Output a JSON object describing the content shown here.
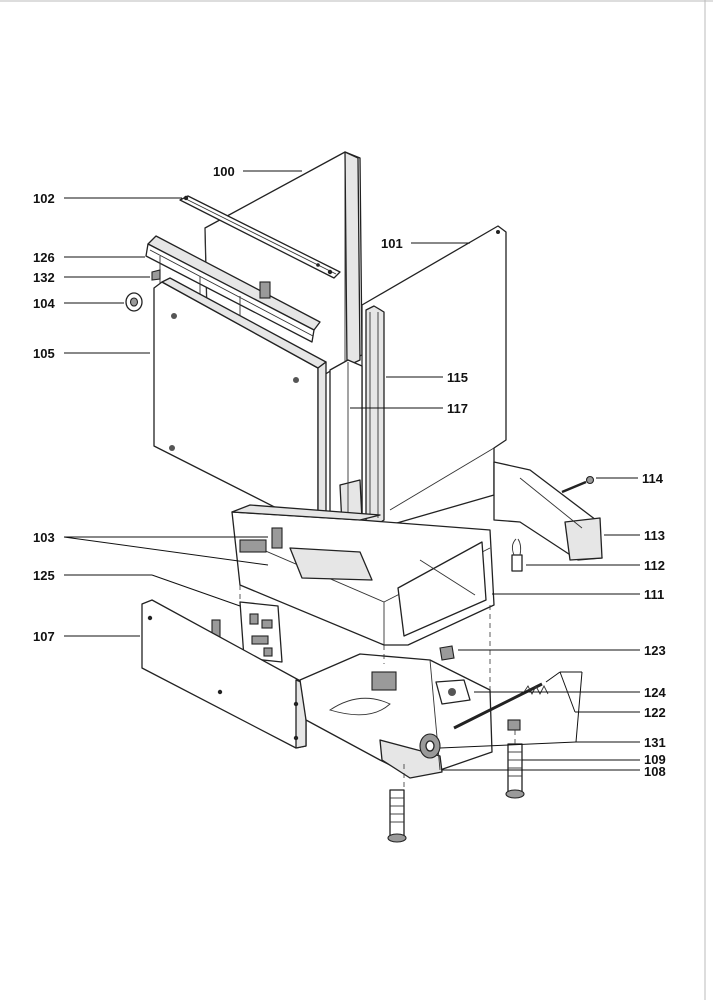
{
  "diagram": {
    "callouts": [
      {
        "id": "100",
        "text": "100"
      },
      {
        "id": "102",
        "text": "102"
      },
      {
        "id": "101",
        "text": "101"
      },
      {
        "id": "126",
        "text": "126"
      },
      {
        "id": "132",
        "text": "132"
      },
      {
        "id": "104",
        "text": "104"
      },
      {
        "id": "105",
        "text": "105"
      },
      {
        "id": "115",
        "text": "115"
      },
      {
        "id": "117",
        "text": "117"
      },
      {
        "id": "114",
        "text": "114"
      },
      {
        "id": "113",
        "text": "113"
      },
      {
        "id": "103",
        "text": "103"
      },
      {
        "id": "112",
        "text": "112"
      },
      {
        "id": "125",
        "text": "125"
      },
      {
        "id": "111",
        "text": "111"
      },
      {
        "id": "107",
        "text": "107"
      },
      {
        "id": "123",
        "text": "123"
      },
      {
        "id": "124",
        "text": "124"
      },
      {
        "id": "122",
        "text": "122"
      },
      {
        "id": "131",
        "text": "131"
      },
      {
        "id": "109",
        "text": "109"
      },
      {
        "id": "108",
        "text": "108"
      }
    ]
  }
}
